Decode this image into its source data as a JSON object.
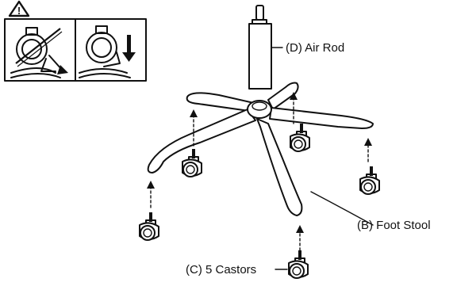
{
  "labels": {
    "air_rod": "(D) Air Rod",
    "foot_stool": "(B) Foot Stool",
    "castors": "(C) 5 Castors"
  },
  "warning": {
    "symbol": "!",
    "icons": [
      "warning-triangle-icon",
      "caster-wrong-angle-icon",
      "caster-straight-insert-icon"
    ]
  },
  "colors": {
    "ink": "#111111",
    "background": "#ffffff"
  }
}
